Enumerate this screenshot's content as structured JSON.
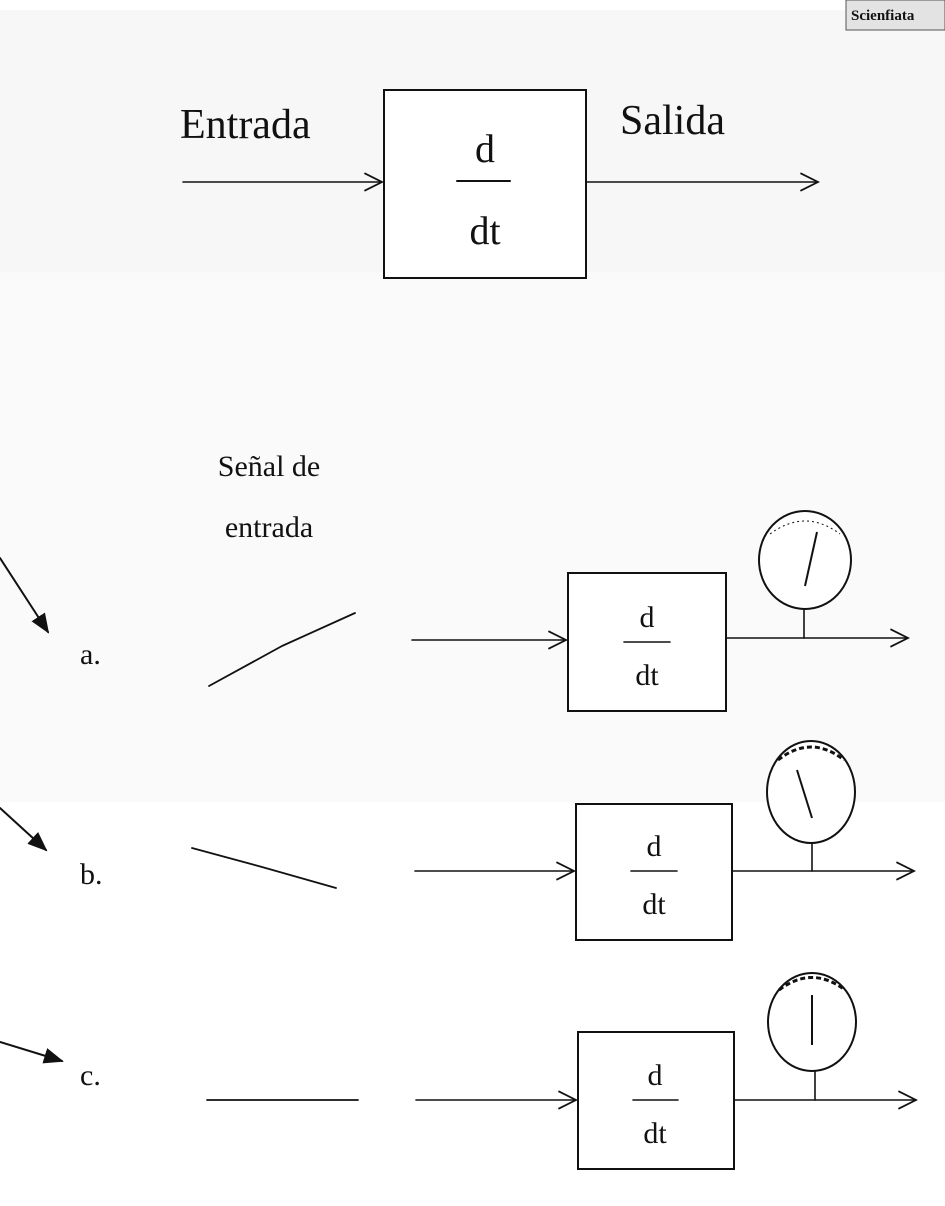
{
  "logo": {
    "text": "Scienfiata"
  },
  "top": {
    "input_label": "Entrada",
    "output_label": "Salida",
    "operator": {
      "numerator": "d",
      "denominator": "dt"
    }
  },
  "signal_header": {
    "line1": "Señal de",
    "line2": "entrada"
  },
  "rows": [
    {
      "label": "a.",
      "numerator": "d",
      "denominator": "dt"
    },
    {
      "label": "b.",
      "numerator": "d",
      "denominator": "dt"
    },
    {
      "label": "c.",
      "numerator": "d",
      "denominator": "dt"
    }
  ],
  "colors": {
    "background": "#ffffff",
    "ink": "#111111",
    "band": "#f7f7f7"
  }
}
